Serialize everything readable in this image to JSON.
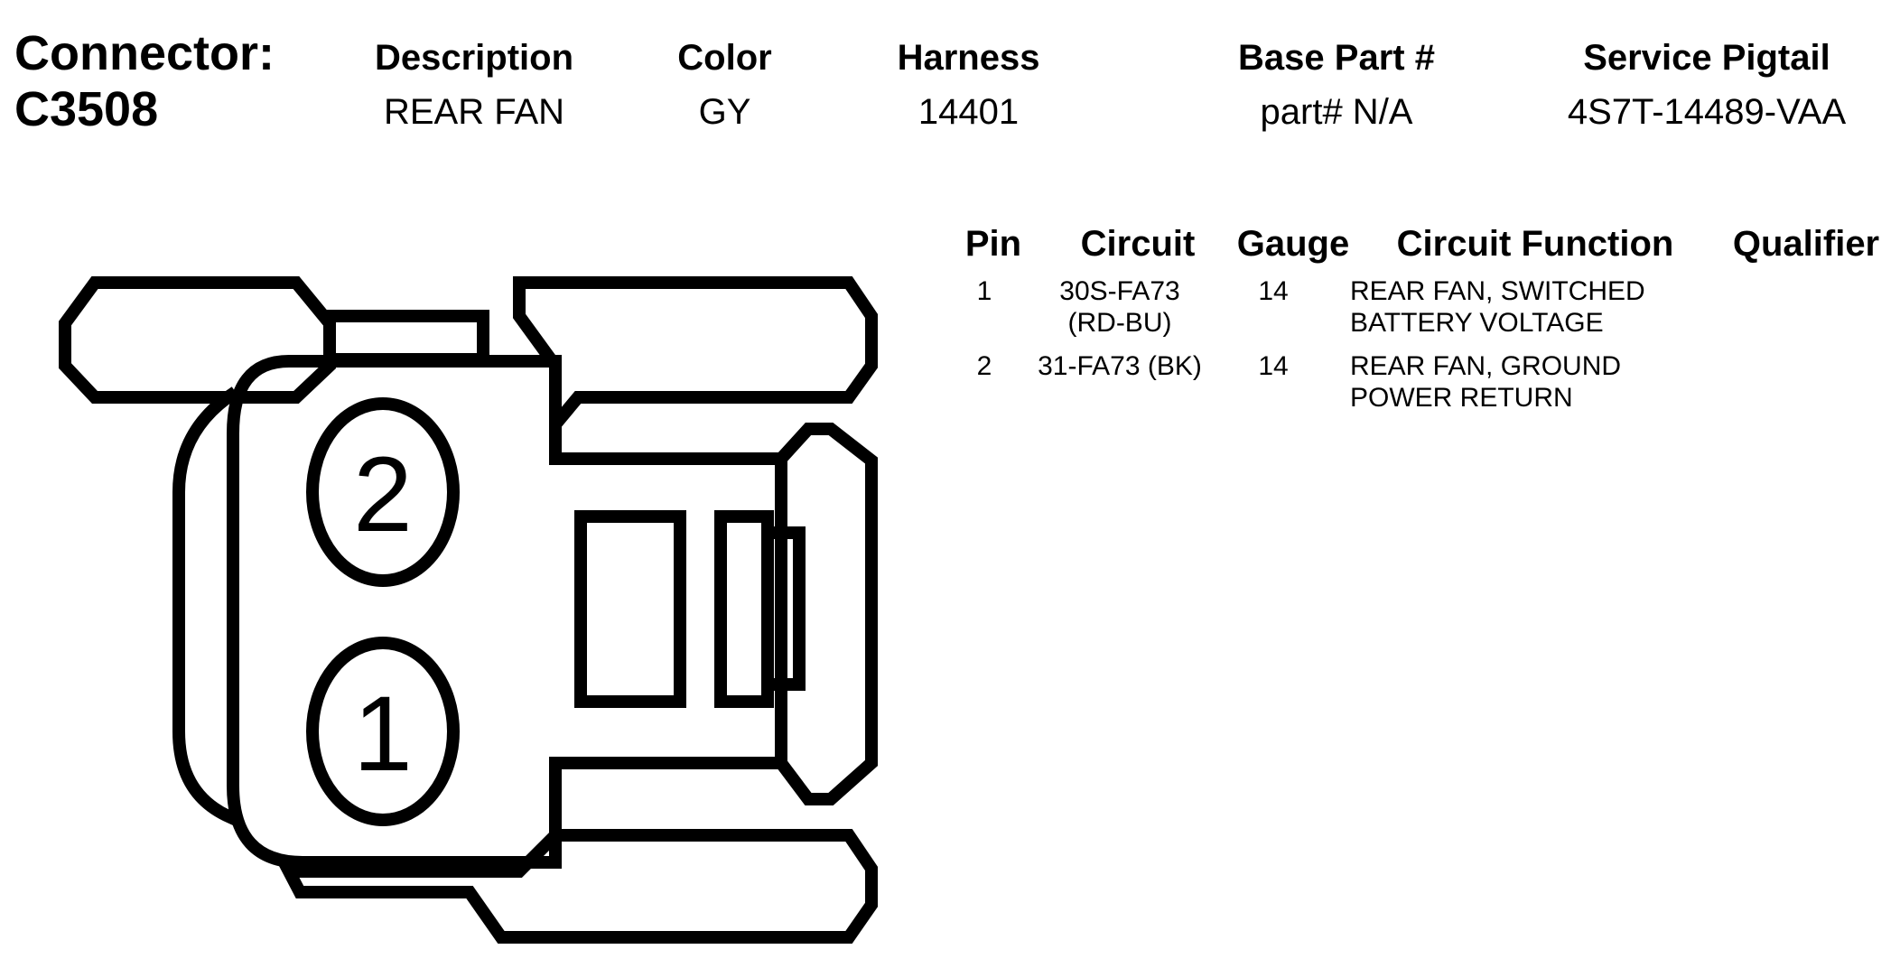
{
  "connector": {
    "label": "Connector:",
    "id": "C3508"
  },
  "header_columns": [
    {
      "label": "Description",
      "value": "REAR FAN"
    },
    {
      "label": "Color",
      "value": "GY"
    },
    {
      "label": "Harness",
      "value": "14401"
    },
    {
      "label": "Base Part #",
      "value": "part# N/A"
    },
    {
      "label": "Service Pigtail",
      "value": "4S7T-14489-VAA"
    }
  ],
  "pin_table": {
    "headers": {
      "pin": "Pin",
      "circuit": "Circuit",
      "gauge": "Gauge",
      "function": "Circuit Function",
      "qualifier": "Qualifier"
    },
    "rows": [
      {
        "pin": "1",
        "circuit_line1": "30S-FA73",
        "circuit_line2": "(RD-BU)",
        "gauge": "14",
        "function_line1": "REAR FAN, SWITCHED",
        "function_line2": "BATTERY VOLTAGE",
        "qualifier": ""
      },
      {
        "pin": "2",
        "circuit_line1": "31-FA73 (BK)",
        "circuit_line2": "",
        "gauge": "14",
        "function_line1": "REAR FAN, GROUND",
        "function_line2": "POWER RETURN",
        "qualifier": ""
      }
    ]
  },
  "diagram": {
    "pin_labels": [
      "2",
      "1"
    ]
  }
}
